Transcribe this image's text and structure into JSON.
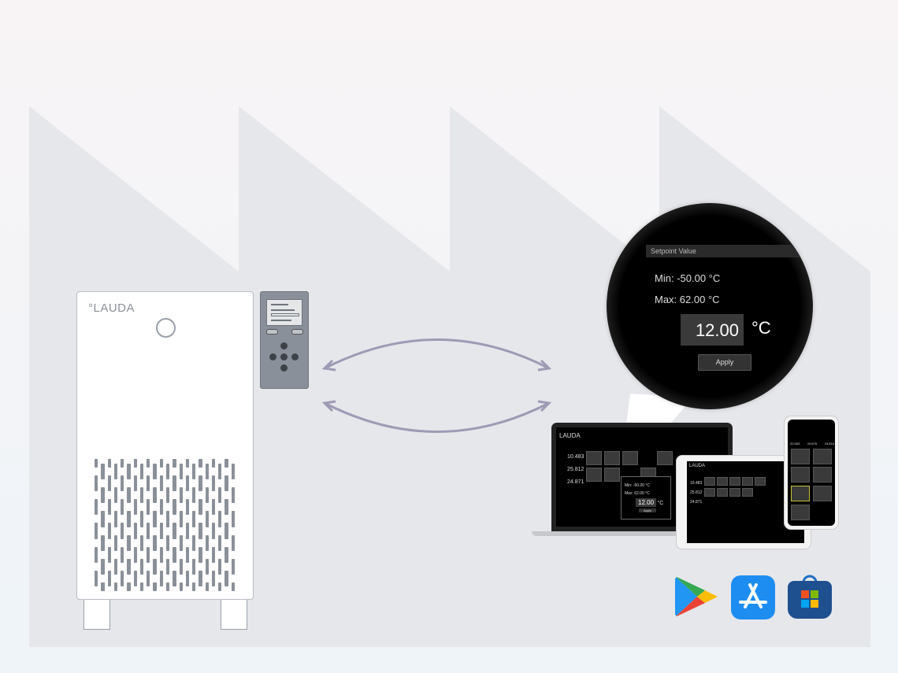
{
  "colors": {
    "factory": "#e6e7eb",
    "device": "#8a9099",
    "arrow": "#9e9ab5",
    "screen": "#000000"
  },
  "chiller": {
    "brand": "°LAUDA"
  },
  "magnifier": {
    "title": "Setpoint Value",
    "min_label": "Min:",
    "min_value": "-50.00 °C",
    "max_label": "Max:",
    "max_value": "62.00 °C",
    "value": "12.00",
    "unit": "°C",
    "apply": "Apply"
  },
  "laptop": {
    "brand": "LAUDA",
    "readings": [
      "10.483",
      "25.812",
      "24.871"
    ],
    "dialog": {
      "min": "Min: -50.00 °C",
      "max": "Max: 62.00 °C",
      "value": "12.00",
      "unit": "°C",
      "apply": "Apply"
    }
  },
  "tablet": {
    "brand": "LAUDA",
    "readings": [
      "10.483",
      "25.812",
      "24.871"
    ]
  },
  "phone": {
    "readings": [
      "20.063",
      "19.876",
      "24.818"
    ]
  },
  "stores": [
    {
      "icon": "google-play-icon"
    },
    {
      "icon": "app-store-icon"
    },
    {
      "icon": "microsoft-store-icon"
    }
  ]
}
